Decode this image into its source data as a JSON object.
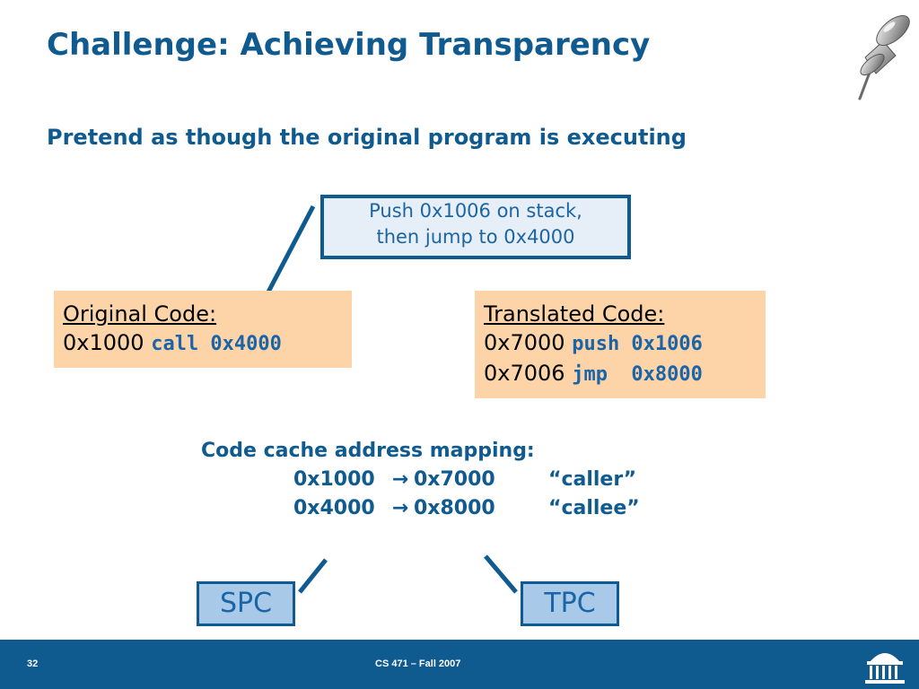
{
  "slide": {
    "title": "Challenge: Achieving Transparency",
    "subtitle": "Pretend as though the original program is executing"
  },
  "callout": {
    "line1": "Push 0x1006 on stack,",
    "line2": "then jump to 0x4000"
  },
  "original_code": {
    "header": "Original Code:",
    "rows": [
      {
        "addr": "0x1000",
        "instr": "call 0x4000"
      }
    ]
  },
  "translated_code": {
    "header": "Translated Code:",
    "rows": [
      {
        "addr": "0x7000",
        "instr": "push 0x1006"
      },
      {
        "addr": "0x7006",
        "instr": "jmp  0x8000"
      }
    ]
  },
  "mapping": {
    "heading": "Code cache address mapping:",
    "arrow": "→",
    "rows": [
      {
        "from": "0x1000",
        "to": "0x7000",
        "label": "“caller”"
      },
      {
        "from": "0x4000",
        "to": "0x8000",
        "label": "“callee”"
      }
    ]
  },
  "registers": {
    "spc": "SPC",
    "tpc": "TPC"
  },
  "footer": {
    "page_number": "32",
    "course": "CS 471 – Fall 2007"
  },
  "icons": [
    "pushpin-icon",
    "university-logo-icon"
  ],
  "colors": {
    "title": "#0f5a8f",
    "code_box_bg": "#fdd3a8",
    "callout_bg": "#e6eff8",
    "register_box_bg": "#a8c9e8",
    "footer_bg": "#0f5a8f"
  }
}
